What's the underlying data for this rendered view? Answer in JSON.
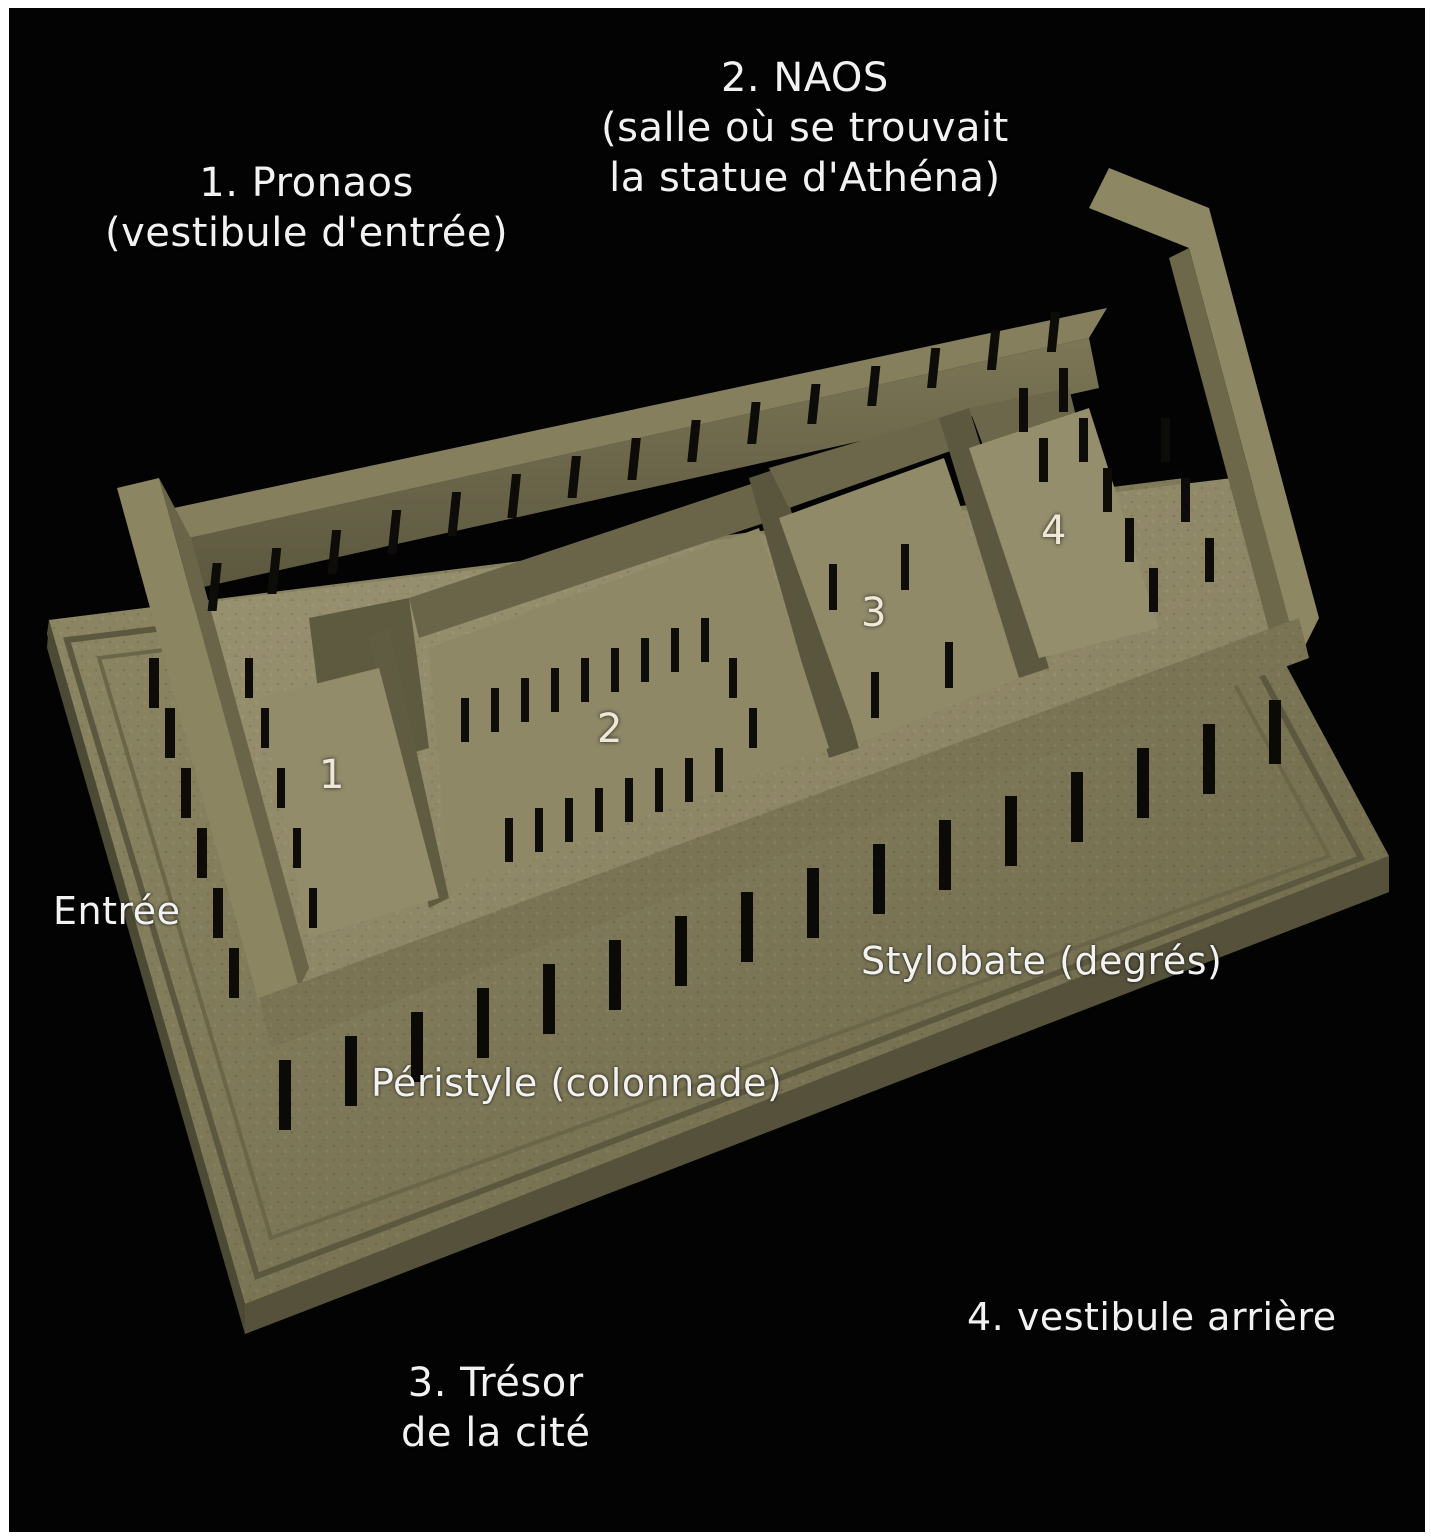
{
  "labels": {
    "pronaos": [
      "1. Pronaos",
      "(vestibule d'entrée)"
    ],
    "naos": [
      "2. NAOS",
      "(salle où se trouvait",
      "la statue d'Athéna)"
    ],
    "tresor": [
      "3. Trésor",
      "de la cité"
    ],
    "vestibule_arriere": "4. vestibule arrière",
    "entree": "Entrée",
    "stylobate": "Stylobate (degrés)",
    "peristyle": "Péristyle (colonnade)"
  },
  "room_numbers": [
    "1",
    "2",
    "3",
    "4"
  ],
  "colors": {
    "background": "#030303",
    "stone_light": "#8c8663",
    "stone_mid": "#6f6a4e",
    "stone_dark": "#4a4733",
    "label_text": "#f2f2f2"
  }
}
